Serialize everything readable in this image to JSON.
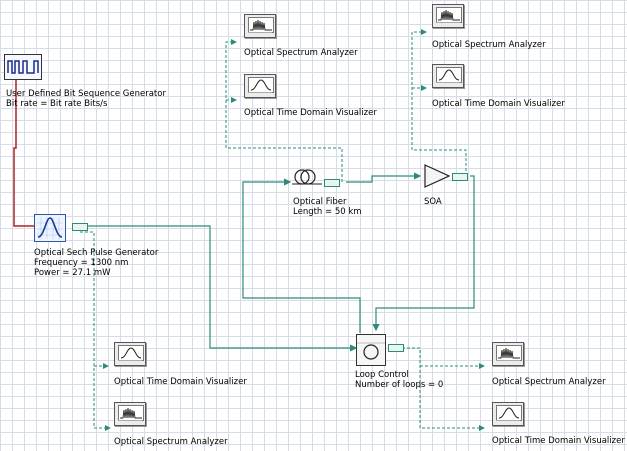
{
  "bit_sequence_generator": {
    "name": "User Defined Bit Sequence Generator",
    "param": "Bit rate = Bit rate  Bits/s"
  },
  "sech_pulse_generator": {
    "name": "Optical Sech Pulse Generator",
    "param1": "Frequency = 1300  nm",
    "param2": "Power = 27.1  mW"
  },
  "optical_fiber": {
    "name": "Optical Fiber",
    "param": "Length = 50  km"
  },
  "soa": {
    "name": "SOA"
  },
  "loop_control": {
    "name": "Loop Control",
    "param": "Number of loops = 0"
  },
  "spectrum_analyzer_fiber": {
    "name": "Optical Spectrum Analyzer"
  },
  "time_visualizer_fiber": {
    "name": "Optical Time Domain Visualizer"
  },
  "spectrum_analyzer_soa": {
    "name": "Optical Spectrum Analyzer"
  },
  "time_visualizer_soa": {
    "name": "Optical Time Domain Visualizer"
  },
  "time_visualizer_source": {
    "name": "Optical Time Domain Visualizer"
  },
  "spectrum_analyzer_source": {
    "name": "Optical Spectrum Analyzer"
  },
  "spectrum_analyzer_loop": {
    "name": "Optical Spectrum Analyzer"
  },
  "time_visualizer_loop": {
    "name": "Optical Time Domain Visualizer"
  },
  "colors": {
    "optical_link": "#2e8b7a",
    "electrical_link": "#b22222",
    "monitor_link": "#2e8b7a",
    "grid": "#d7dcea"
  }
}
